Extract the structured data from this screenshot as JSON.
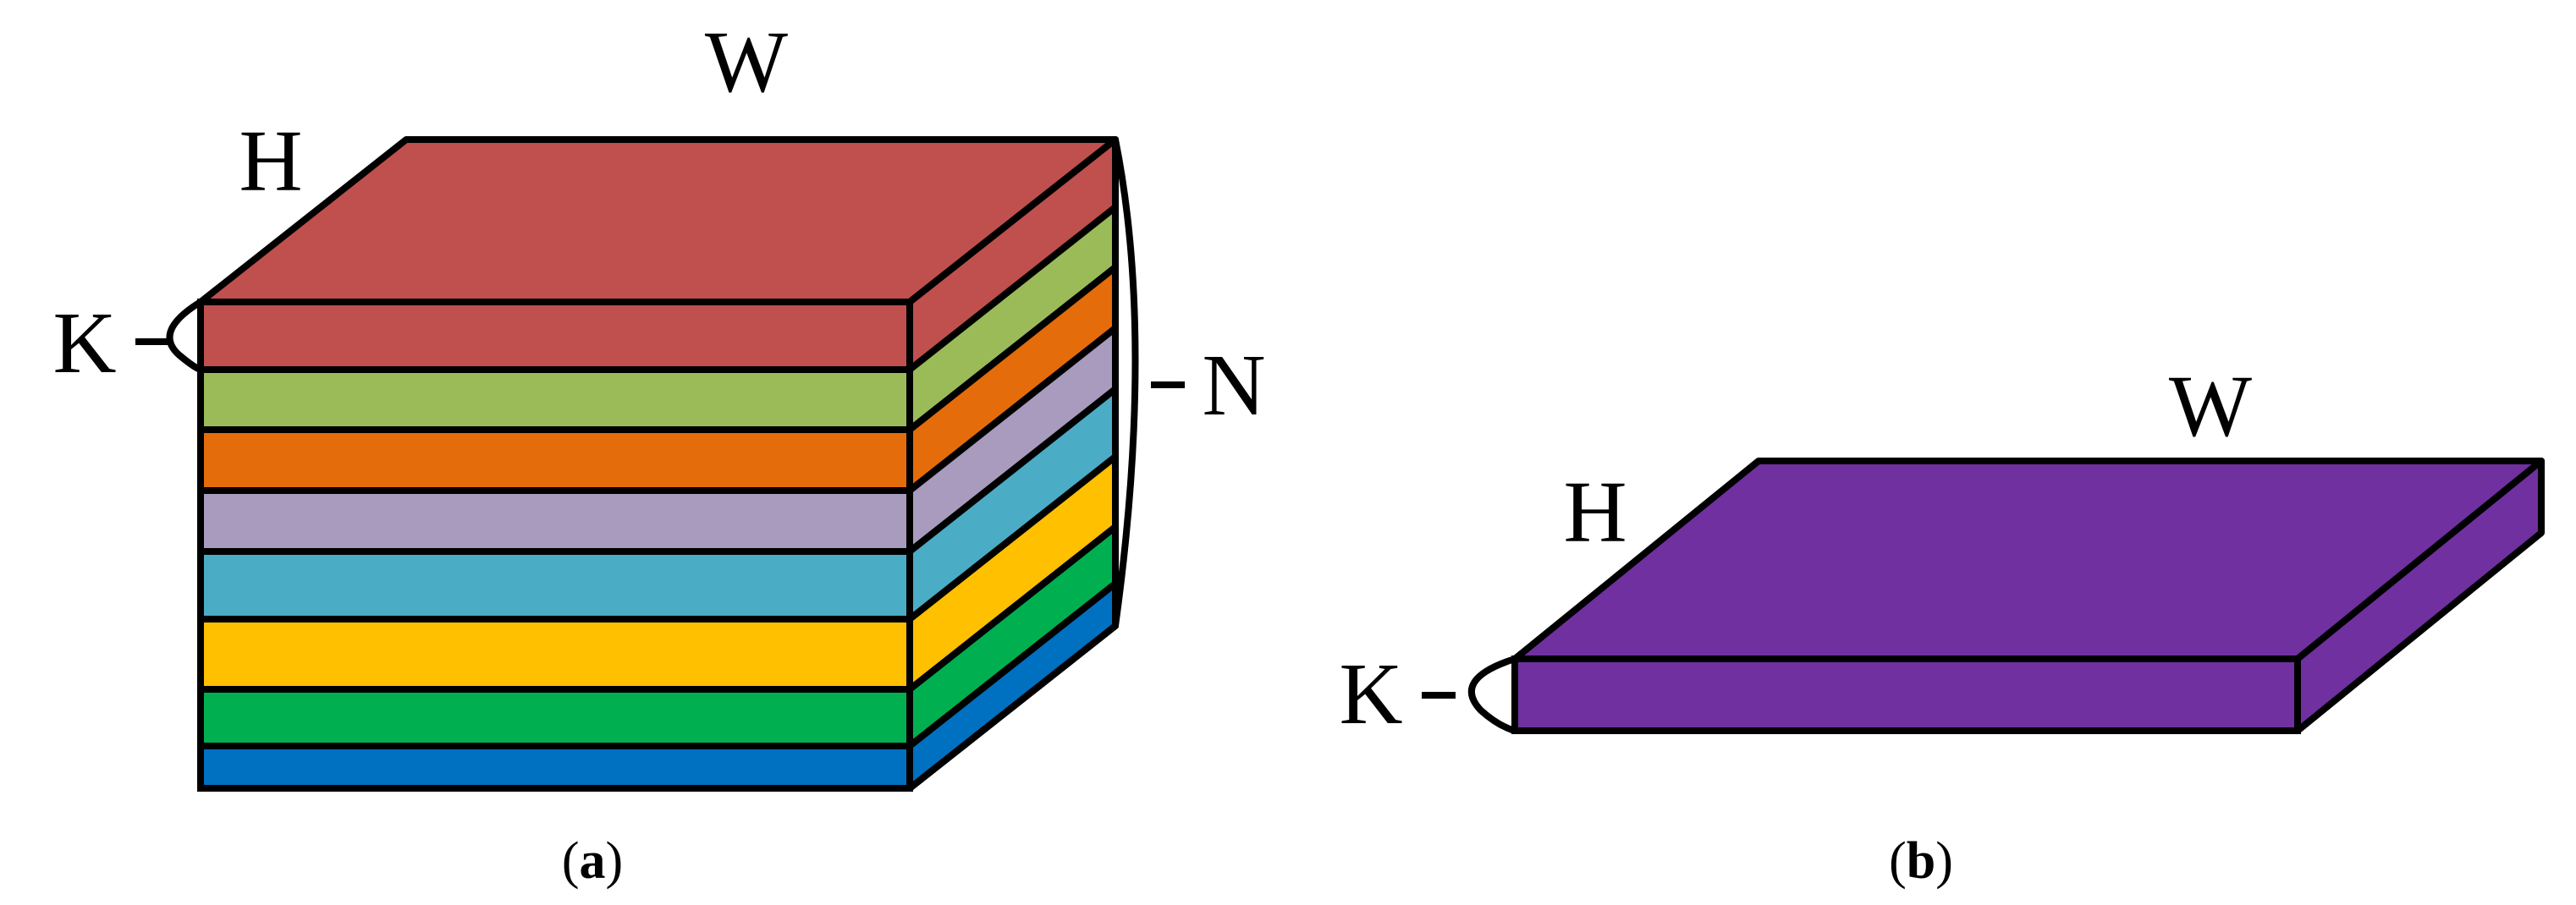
{
  "panel_a": {
    "labels": {
      "w": "W",
      "h": "H",
      "k": "K",
      "n": "N"
    },
    "caption_letter": "a",
    "top_color": "#C0504D",
    "layer_colors": [
      "#C0504D",
      "#9BBB59",
      "#E46C0A",
      "#A99BBD",
      "#4BACC6",
      "#FFC000",
      "#00B050",
      "#0070C0"
    ]
  },
  "panel_b": {
    "labels": {
      "w": "W",
      "h": "H",
      "k": "K"
    },
    "caption_letter": "b",
    "color": "#7030A0"
  },
  "stroke_color": "#000000"
}
